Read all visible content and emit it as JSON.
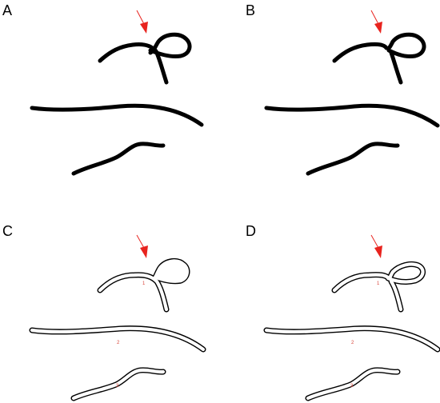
{
  "figure": {
    "panels": [
      {
        "label": "A",
        "style": "filled",
        "arrow": true,
        "loop": "closed"
      },
      {
        "label": "B",
        "style": "filled",
        "arrow": true,
        "loop": "broken"
      },
      {
        "label": "C",
        "style": "outlined",
        "arrow": true,
        "loop": "merged",
        "labels": [
          "1",
          "2",
          "3"
        ]
      },
      {
        "label": "D",
        "style": "outlined",
        "arrow": true,
        "loop": "separated",
        "labels": [
          "1",
          "2",
          "3"
        ]
      }
    ],
    "colors": {
      "stroke": "#000000",
      "arrow": "#e8231e",
      "label_numbers": "#d8453a",
      "background": "#ffffff"
    }
  }
}
